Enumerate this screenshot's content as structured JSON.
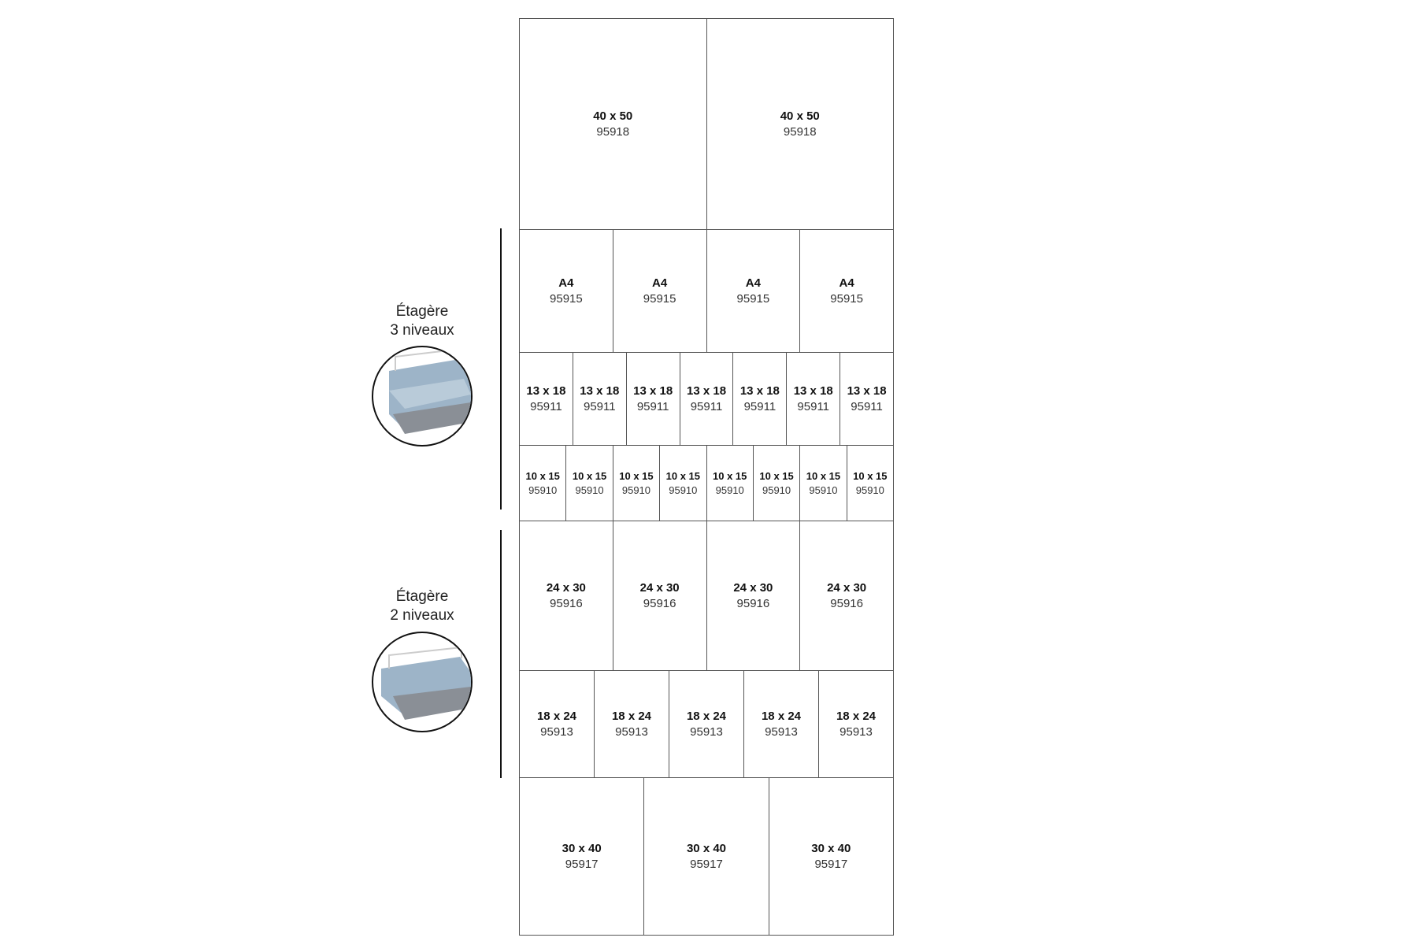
{
  "shelves": [
    {
      "label_line1": "Étagère",
      "label_line2": "3 niveaux",
      "icon": "shelf-3-levels-image"
    },
    {
      "label_line1": "Étagère",
      "label_line2": "2 niveaux",
      "icon": "shelf-2-levels-image"
    }
  ],
  "rows": [
    {
      "count": 2,
      "size": "40 x 50",
      "ref": "95918"
    },
    {
      "count": 4,
      "size": "A4",
      "ref": "95915"
    },
    {
      "count": 7,
      "size": "13 x 18",
      "ref": "95911"
    },
    {
      "count": 8,
      "size": "10 x 15",
      "ref": "95910"
    },
    {
      "count": 4,
      "size": "24 x 30",
      "ref": "95916"
    },
    {
      "count": 5,
      "size": "18 x 24",
      "ref": "95913"
    },
    {
      "count": 3,
      "size": "30 x 40",
      "ref": "95917"
    }
  ]
}
